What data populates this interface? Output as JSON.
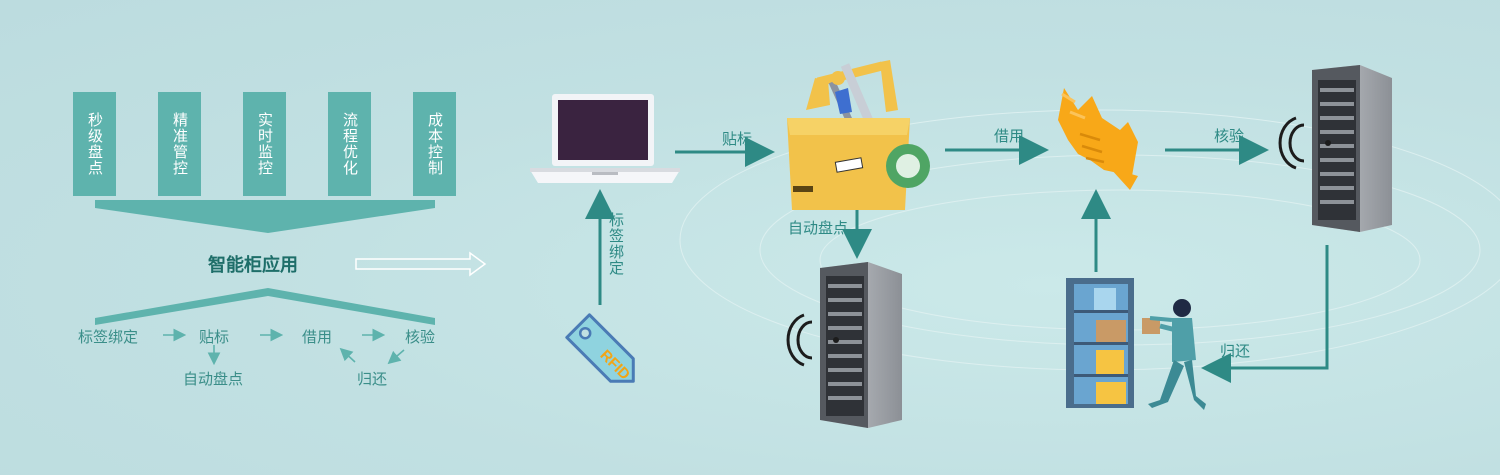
{
  "features": [
    "秒级盘点",
    "精准管控",
    "实时监控",
    "流程优化",
    "成本控制"
  ],
  "app_title": "智能柜应用",
  "mini_flow": {
    "step1": "标签绑定",
    "step2": "贴标",
    "step3": "借用",
    "step4": "核验",
    "sub_auto": "自动盘点",
    "sub_return": "归还"
  },
  "labels": {
    "bind": "标签绑定",
    "tagging": "贴标",
    "auto_inventory": "自动盘点",
    "borrow": "借用",
    "verify": "核验",
    "return": "归还",
    "rfid": "RFID"
  },
  "colors": {
    "teal": "#2e8a85",
    "box": "#5eb3ad",
    "orange": "#f2a516"
  }
}
